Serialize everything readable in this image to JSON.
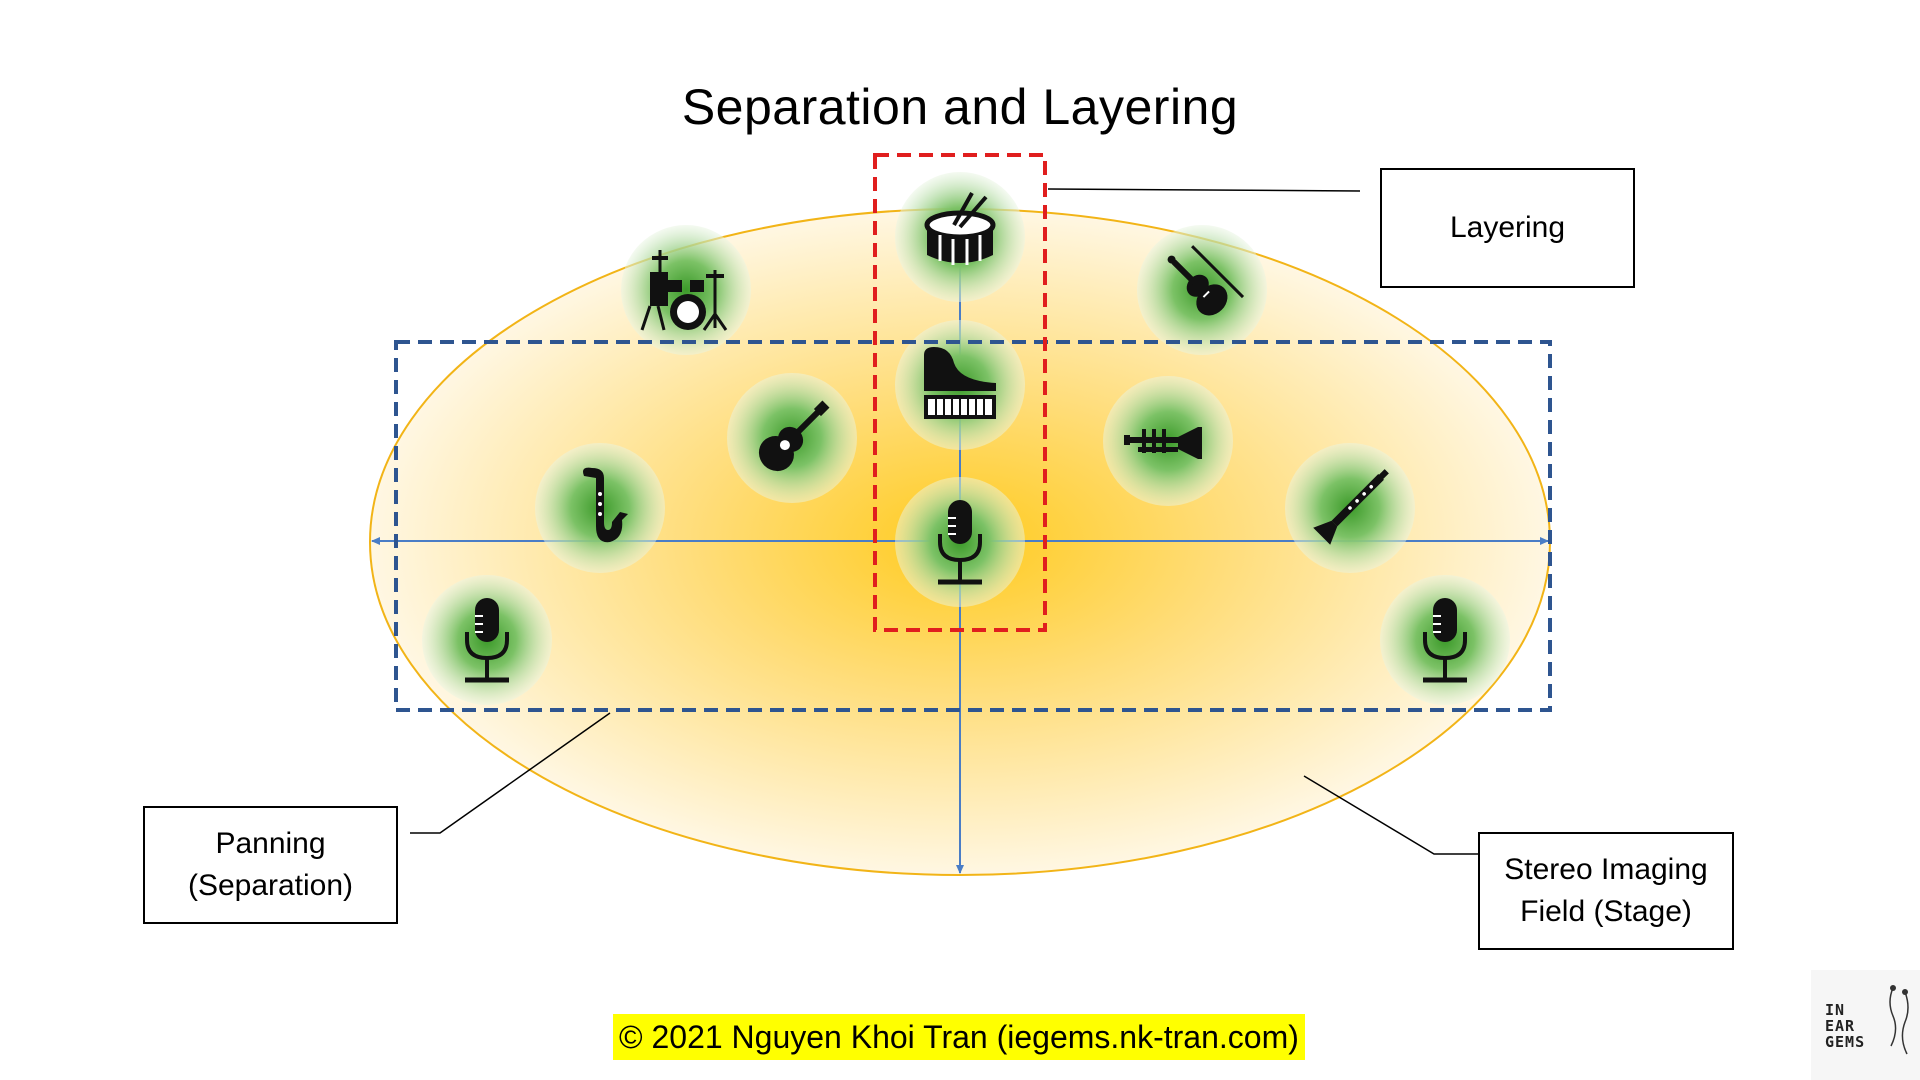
{
  "title": "Separation and Layering",
  "callouts": {
    "layering": "Layering",
    "panning": [
      "Panning",
      "(Separation)"
    ],
    "stereo": [
      "Stereo Imaging",
      "Field (Stage)"
    ]
  },
  "copyright": "© 2021 Nguyen Khoi Tran (iegems.nk-tran.com)",
  "logo": [
    "IN",
    "EAR",
    "GEMS"
  ],
  "colors": {
    "field_outline": "#f2b417",
    "field_center": "#ffce2e",
    "axis": "#4a7dc6",
    "panning_box": "#2e5590",
    "layering_box": "#e01e1e",
    "icon_glow": "#4fa63a",
    "highlight": "#ffff00"
  },
  "instruments": [
    {
      "name": "drum-kit-icon"
    },
    {
      "name": "snare-drum-icon"
    },
    {
      "name": "violin-icon"
    },
    {
      "name": "piano-icon"
    },
    {
      "name": "acoustic-guitar-icon"
    },
    {
      "name": "trumpet-icon"
    },
    {
      "name": "saxophone-icon"
    },
    {
      "name": "microphone-center-icon"
    },
    {
      "name": "clarinet-icon"
    },
    {
      "name": "microphone-left-icon"
    },
    {
      "name": "microphone-right-icon"
    }
  ]
}
